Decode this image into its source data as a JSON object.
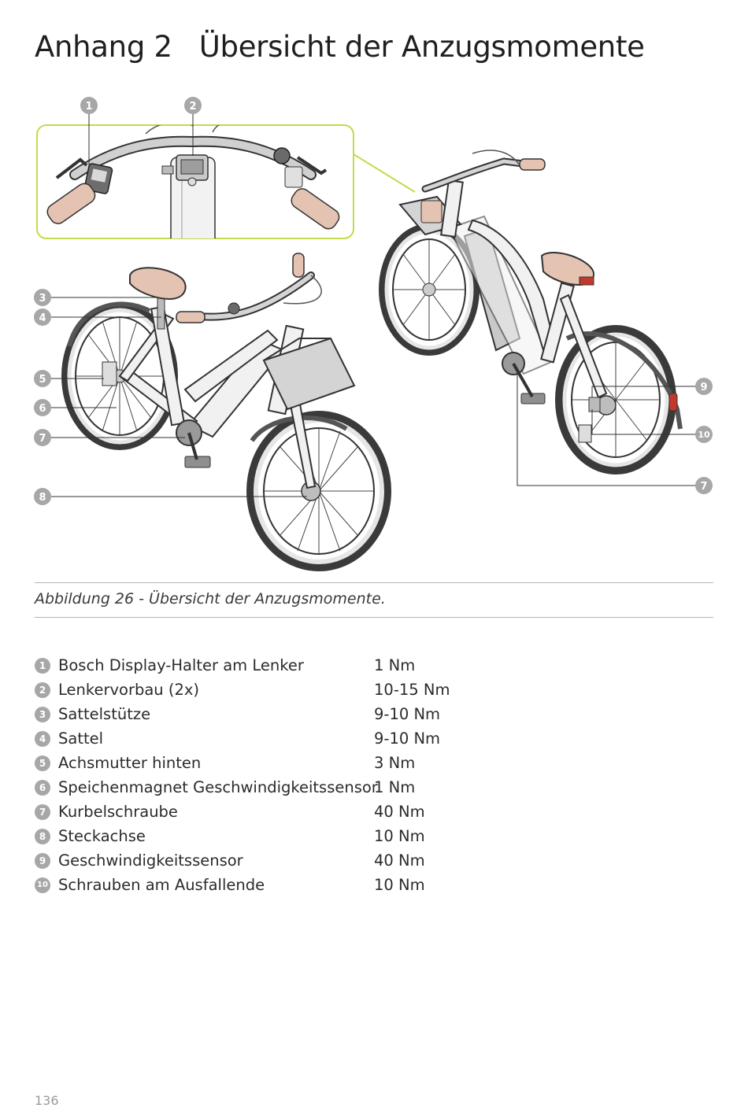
{
  "header": {
    "number": "Anhang 2",
    "title": "Übersicht der Anzugsmomente"
  },
  "figure": {
    "callout_numbers": [
      "1",
      "2",
      "3",
      "4",
      "5",
      "6",
      "7",
      "8",
      "9",
      "10",
      "7"
    ],
    "caption": "Abbildung 26 - Übersicht der Anzugsmomente."
  },
  "specs": [
    {
      "number": "1",
      "label": "Bosch Display-Halter am Lenker",
      "value": "1 Nm"
    },
    {
      "number": "2",
      "label": "Lenkervorbau (2x)",
      "value": "10-15 Nm"
    },
    {
      "number": "3",
      "label": "Sattelstütze",
      "value": "9-10 Nm"
    },
    {
      "number": "4",
      "label": "Sattel",
      "value": "9-10 Nm"
    },
    {
      "number": "5",
      "label": "Achsmutter hinten",
      "value": "3 Nm"
    },
    {
      "number": "6",
      "label": "Speichenmagnet Geschwindigkeitssensor",
      "value": "1 Nm"
    },
    {
      "number": "7",
      "label": "Kurbelschraube",
      "value": "40 Nm"
    },
    {
      "number": "8",
      "label": "Steckachse",
      "value": "10 Nm"
    },
    {
      "number": "9",
      "label": "Geschwindigkeitssensor",
      "value": "40 Nm"
    },
    {
      "number": "10",
      "label": "Schrauben am Ausfallende",
      "value": "10 Nm"
    }
  ],
  "page": {
    "number": "136"
  },
  "colors": {
    "highlight_frame": "#c6d94b",
    "callout_badge": "#a7a7a7",
    "grip_and_saddle": "#e4c3b2",
    "bike_frame": "#f1f1f1",
    "rear_light": "#c0392b"
  }
}
